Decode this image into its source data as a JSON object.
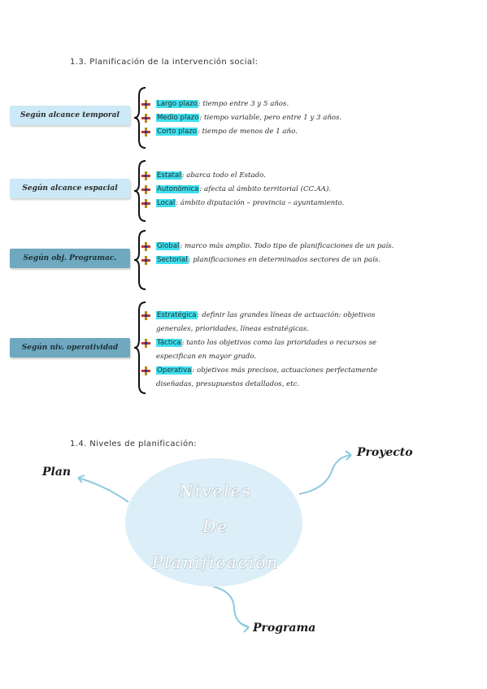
{
  "section1": {
    "title": "1.3. Planificación de la intervención social:",
    "groups": [
      {
        "label": "Según alcance temporal",
        "items": [
          {
            "term": "Largo plazo",
            "text": ": tiempo entre 3 y 5 años."
          },
          {
            "term": "Medio plazo",
            "text": ": tiempo variable, pero entre 1 y 3 años."
          },
          {
            "term": "Corto plazo",
            "text": ": tiempo de menos de 1 año."
          }
        ]
      },
      {
        "label": "Según alcance espacial",
        "items": [
          {
            "term": "Estatal",
            "text": ": abarca todo el Estado."
          },
          {
            "term": "Autonómica",
            "text": ": afecta al ámbito territorial (CC.AA)."
          },
          {
            "term": "Local",
            "text": ": ámbito diputación – provincia – ayuntamiento."
          }
        ]
      },
      {
        "label": "Según obj. Programac.",
        "items": [
          {
            "term": "Global",
            "text": ": marco más amplio. Todo tipo de planificaciones de un país."
          },
          {
            "term": "Sectorial",
            "text": ": planificaciones en determinados sectores de un país."
          }
        ]
      },
      {
        "label": "Según niv. operatividad",
        "items": [
          {
            "term": "Estratégica",
            "text": ": definir las grandes líneas de actuación: objetivos generales, prioridades, líneas estratégicas."
          },
          {
            "term": "Táctica",
            "text": ": tanto los objetivos como las prioridades o recursos se especifican en mayor grado."
          },
          {
            "term": "Operativa",
            "text": ": objetivos más precisos, actuaciones perfectamente diseñadas, presupuestos detallados, etc."
          }
        ]
      }
    ]
  },
  "section2": {
    "title": "1.4. Niveles de planificación:",
    "center_lines": [
      "Niveles",
      "De",
      "Planificación"
    ],
    "nodes": {
      "plan": "Plan",
      "proyecto": "Proyecto",
      "programa": "Programa"
    }
  },
  "colors": {
    "highlight": "#40e0f0",
    "label_light": "#cce9f7",
    "label_dark": "#6ea9c0",
    "ellipse": "#dceff8"
  }
}
